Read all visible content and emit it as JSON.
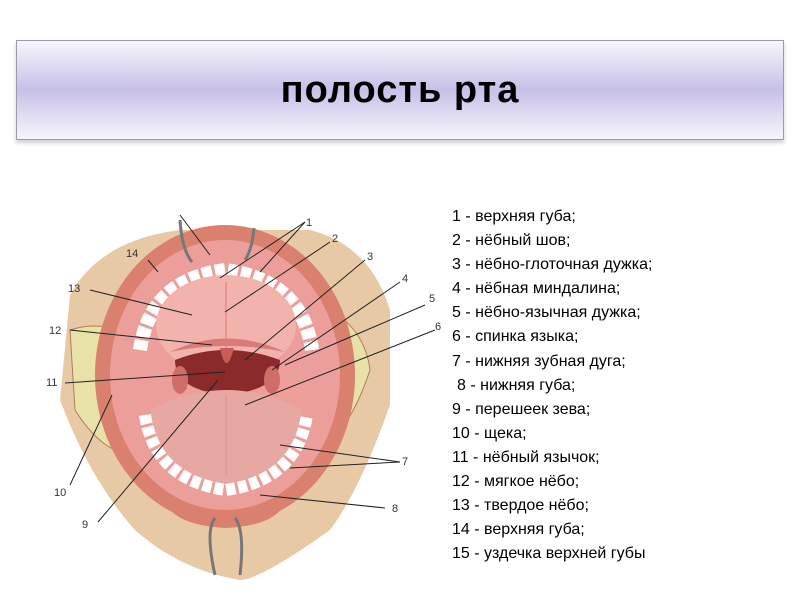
{
  "title": "полость рта",
  "diagram": {
    "numbers": [
      "1",
      "2",
      "3",
      "4",
      "5",
      "6",
      "7",
      "8",
      "9",
      "10",
      "11",
      "12",
      "13",
      "14"
    ]
  },
  "legend": [
    "1 - верхняя губа;",
    "2 - нёбный шов;",
    "3 - нёбно-глоточная дужка;",
    "4 - нёбная миндалина;",
    "5 - нёбно-язычная дужка;",
    "6 - спинка языка;",
    "7 - нижняя зубная дуга;",
    "8 - нижняя губа;",
    "9 - перешеек зева;",
    "10 - щека;",
    "11 - нёбный язычок;",
    "12 - мягкое нёбо;",
    "13 - твердое нёбо;",
    "14 - верхняя губа;",
    "15 - уздечка верхней губы"
  ],
  "colors": {
    "skin": "#e8c9a6",
    "lip": "#d9806f",
    "mucosa": "#ec9f9a",
    "palate": "#f2b3ad",
    "throat": "#8a2a2a",
    "tongue": "#e7a8a2",
    "teeth": "#ffffff",
    "fat": "#e9e2a8"
  }
}
